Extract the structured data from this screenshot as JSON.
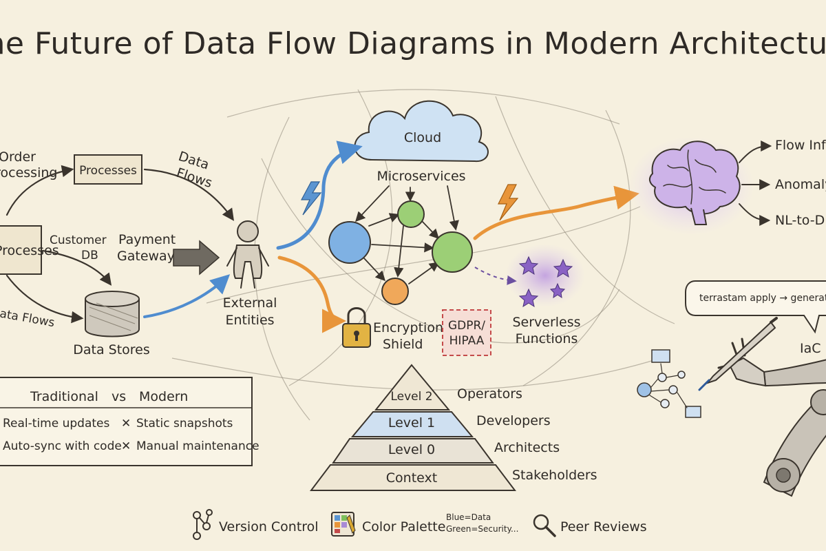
{
  "title": "The Future of Data Flow Diagrams in Modern Architecture",
  "left_diagram": {
    "order_processing": [
      "Order",
      "Processing"
    ],
    "processes_box": "Processes",
    "processes_left": "Processes",
    "data_flows_top": [
      "Data",
      "Flows"
    ],
    "data_flows_bottom": "Data Flows",
    "customer_db": [
      "Customer",
      "DB"
    ],
    "payment_gateway": [
      "Payment",
      "Gateway"
    ],
    "data_stores": "Data Stores",
    "external_entities": [
      "External",
      "Entities"
    ]
  },
  "center": {
    "cloud": "Cloud",
    "microservices": "Microservices",
    "encryption": [
      "Encryption",
      "Shield"
    ],
    "gdpr": [
      "GDPR/",
      "HIPAA"
    ],
    "serverless": [
      "Serverless",
      "Functions"
    ]
  },
  "ai_panel": {
    "items": [
      "Flow Inference",
      "Anomaly Detection",
      "NL-to-DFD"
    ]
  },
  "iac": {
    "bubble": "terrastam apply → generate",
    "label": "IaC"
  },
  "comparison": {
    "header": [
      "Traditional",
      "vs",
      "Modern"
    ],
    "rows": [
      {
        "modern": "Real-time updates",
        "traditional": "Static snapshots"
      },
      {
        "modern": "Auto-sync with code",
        "traditional": "Manual maintenance"
      }
    ],
    "x_mark": "✕"
  },
  "pyramid": {
    "levels": [
      "Level 2",
      "Level 1",
      "Level 0",
      "Context"
    ],
    "audiences": [
      "Operators",
      "Developers",
      "Architects",
      "Stakeholders"
    ]
  },
  "footer": {
    "version_control": "Version Control",
    "color_palette": "Color Palette",
    "palette_note": [
      "Blue=Data",
      "Green=Security..."
    ],
    "peer_reviews": "Peer Reviews"
  },
  "colors": {
    "paper": "#f6f0df",
    "ink": "#2e2a26",
    "blue": "#5b95d1",
    "orange": "#e8953a",
    "green": "#7dbf5a",
    "purple": "#a88ad6",
    "red": "#c44a4a",
    "gold": "#d9a832"
  },
  "icons": [
    "lightning-icon",
    "padlock-icon",
    "brain-icon",
    "robot-arm-icon",
    "git-branch-icon",
    "palette-icon",
    "magnifier-icon",
    "person-icon",
    "database-cylinder-icon",
    "cloud-icon",
    "star-icon"
  ]
}
